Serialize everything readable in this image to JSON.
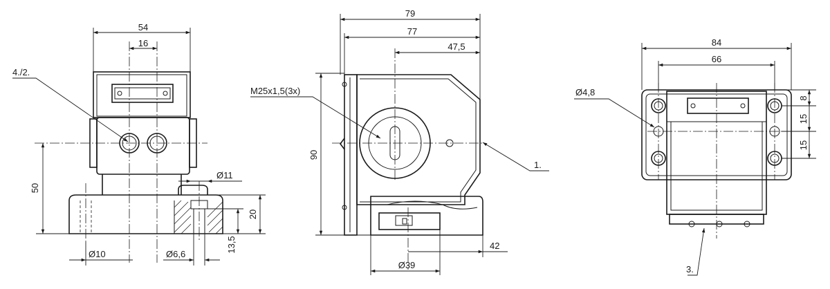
{
  "front_view": {
    "dims": {
      "width_overall": "54",
      "width_center": "16",
      "height_axis": "50",
      "dia_hole": "Ø10",
      "dia_bore": "Ø6,6",
      "dia_counterbore": "Ø11",
      "height_base": "20",
      "depth_bore": "13,5"
    },
    "callout": "4./2."
  },
  "side_view": {
    "dims": {
      "length_overall": "79",
      "length_body": "77",
      "offset_axis": "47,5",
      "height_overall": "90",
      "offset_base": "42",
      "dia_base": "Ø39"
    },
    "thread_label": "M25x1,5(3x)",
    "callout": "1."
  },
  "rear_view": {
    "dims": {
      "width_overall": "84",
      "width_mount": "66",
      "dia_mount": "Ø4,8",
      "pitch_top": "8",
      "pitch_mid": "15",
      "pitch_low": "15"
    },
    "callout": "3."
  }
}
